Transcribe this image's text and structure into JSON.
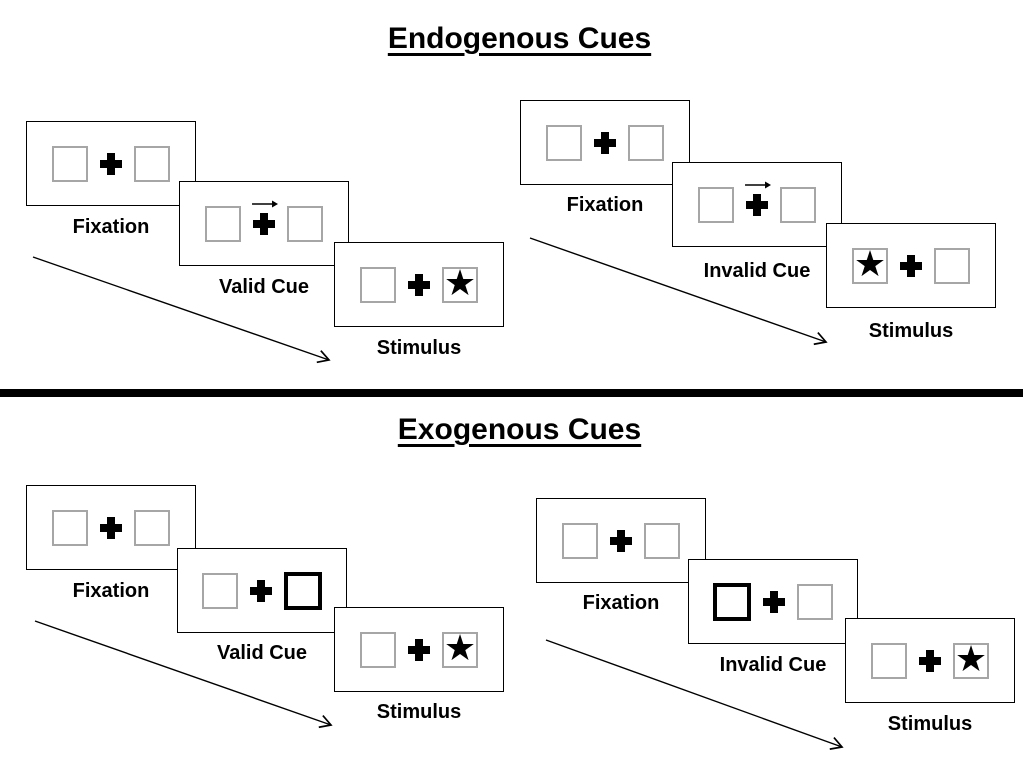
{
  "glyphs": {
    "star": "★"
  },
  "colors": {
    "background": "#ffffff",
    "panel_border": "#000000",
    "box_border": "#a6a6a6",
    "cue_box_border": "#000000",
    "text": "#000000",
    "divider": "#000000"
  },
  "sections": [
    {
      "title": "Endogenous Cues",
      "cue_style": "central-arrow-above-fixation-cross",
      "sequences": [
        {
          "name": "valid-trial",
          "steps": [
            {
              "label": "Fixation",
              "screen": "fixation"
            },
            {
              "label": "Valid Cue",
              "screen": "cue",
              "cue": "arrow-pointing-right"
            },
            {
              "label": "Stimulus",
              "screen": "stimulus",
              "target": "star-in-right-box"
            }
          ]
        },
        {
          "name": "invalid-trial",
          "steps": [
            {
              "label": "Fixation",
              "screen": "fixation"
            },
            {
              "label": "Invalid Cue",
              "screen": "cue",
              "cue": "arrow-pointing-right"
            },
            {
              "label": "Stimulus",
              "screen": "stimulus",
              "target": "star-in-left-box"
            }
          ]
        }
      ]
    },
    {
      "title": "Exogenous Cues",
      "cue_style": "peripheral-box-highlight",
      "sequences": [
        {
          "name": "valid-trial",
          "steps": [
            {
              "label": "Fixation",
              "screen": "fixation"
            },
            {
              "label": "Valid Cue",
              "screen": "cue",
              "cue": "highlighted-right-box"
            },
            {
              "label": "Stimulus",
              "screen": "stimulus",
              "target": "star-in-right-box"
            }
          ]
        },
        {
          "name": "invalid-trial",
          "steps": [
            {
              "label": "Fixation",
              "screen": "fixation"
            },
            {
              "label": "Invalid Cue",
              "screen": "cue",
              "cue": "highlighted-left-box"
            },
            {
              "label": "Stimulus",
              "screen": "stimulus",
              "target": "star-in-right-box"
            }
          ]
        }
      ]
    }
  ]
}
